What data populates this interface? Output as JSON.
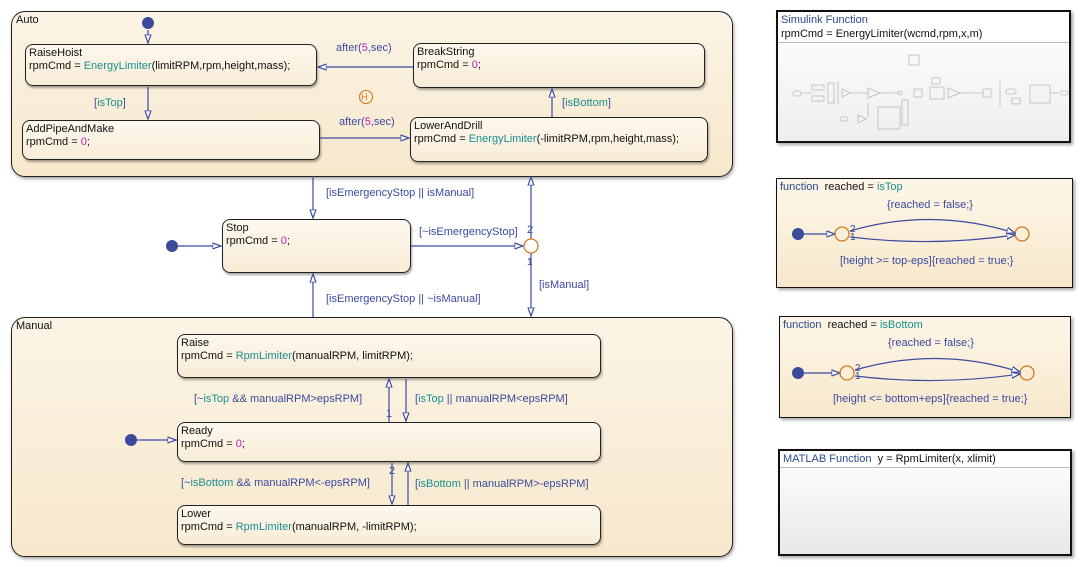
{
  "superstates": {
    "auto": {
      "label": "Auto",
      "states": {
        "raise_hoist": {
          "name": "RaiseHoist",
          "pre": "rpmCmd = ",
          "fn": "EnergyLimiter",
          "args": "(limitRPM,rpm,height,mass);"
        },
        "break_string": {
          "name": "BreakString",
          "pre": "rpmCmd = ",
          "num": "0",
          "post": ";"
        },
        "add_pipe": {
          "name": "AddPipeAndMake",
          "pre": "rpmCmd = ",
          "num": "0",
          "post": ";"
        },
        "lower_drill": {
          "name": "LowerAndDrill",
          "pre": "rpmCmd = ",
          "fn": "EnergyLimiter",
          "args": "(-limitRPM,rpm,height,mass);"
        }
      },
      "history_junction": "H",
      "transitions": {
        "after_top": {
          "a": "after(",
          "n": "5",
          "b": ",sec)"
        },
        "after_bottom": {
          "a": "after(",
          "n": "5",
          "b": ",sec)"
        },
        "is_top": {
          "open": "[",
          "cond": "isTop",
          "close": "]"
        },
        "is_bottom": {
          "open": "[",
          "cond": "isBottom",
          "close": "]"
        }
      }
    },
    "manual": {
      "label": "Manual",
      "states": {
        "raise": {
          "name": "Raise",
          "pre": "rpmCmd = ",
          "fn": "RpmLimiter",
          "args": "(manualRPM, limitRPM);"
        },
        "ready": {
          "name": "Ready",
          "pre": "rpmCmd = ",
          "num": "0",
          "post": ";"
        },
        "lower": {
          "name": "Lower",
          "pre": "rpmCmd = ",
          "fn": "RpmLimiter",
          "args": "(manualRPM, -limitRPM);"
        }
      },
      "transitions": {
        "ready_to_raise": {
          "p1": "[~",
          "c": "isTop",
          "p2": " && manualRPM>epsRPM]",
          "order": "1"
        },
        "raise_to_ready": {
          "p1": "[",
          "c": "isTop",
          "p2": " || manualRPM<epsRPM]"
        },
        "ready_to_lower": {
          "p1": "[~",
          "c": "isBottom",
          "p2": " && manualRPM<-epsRPM]",
          "order": "2"
        },
        "lower_to_ready": {
          "p1": "[",
          "c": "isBottom",
          "p2": " || manualRPM>-epsRPM]"
        }
      }
    }
  },
  "stop": {
    "name": "Stop",
    "pre": "rpmCmd = ",
    "num": "0",
    "post": ";"
  },
  "top_transitions": {
    "auto_to_stop": {
      "p1": "[isEmergencyStop || isManual]"
    },
    "manual_to_stop": {
      "p1": "[isEmergencyStop || ~isManual]"
    },
    "stop_to_junction": {
      "p1": "[~isEmergencyStop]"
    },
    "junction_to_manual": {
      "p1": "[isManual]"
    },
    "order_up": "2",
    "order_down": "1"
  },
  "functions": {
    "simulink": {
      "kind": "Simulink Function",
      "signature": "rpmCmd = EnergyLimiter(wcmd,rpm,x,m)"
    },
    "is_top": {
      "kind": "function",
      "out": "  reached = ",
      "name": "isTop",
      "upper": "{reached = false;}",
      "lower": "[height >= top-eps]{reached = true;}",
      "o2": "2",
      "o1": "1"
    },
    "is_bottom": {
      "kind": "function",
      "out": "  reached = ",
      "name": "isBottom",
      "upper": "{reached = false;}",
      "lower": "[height <= bottom+eps]{reached = true;}",
      "o2": "2",
      "o1": "1"
    },
    "matlab": {
      "kind": "MATLAB Function",
      "signature": "  y = RpmLimiter(x, xlimit)"
    }
  },
  "colors": {
    "transition": "#3b4aa0",
    "function_name": "#1a8f8f",
    "number": "#c020c0",
    "junction": "#d07a20",
    "default_dot": "#3c4a9a"
  }
}
